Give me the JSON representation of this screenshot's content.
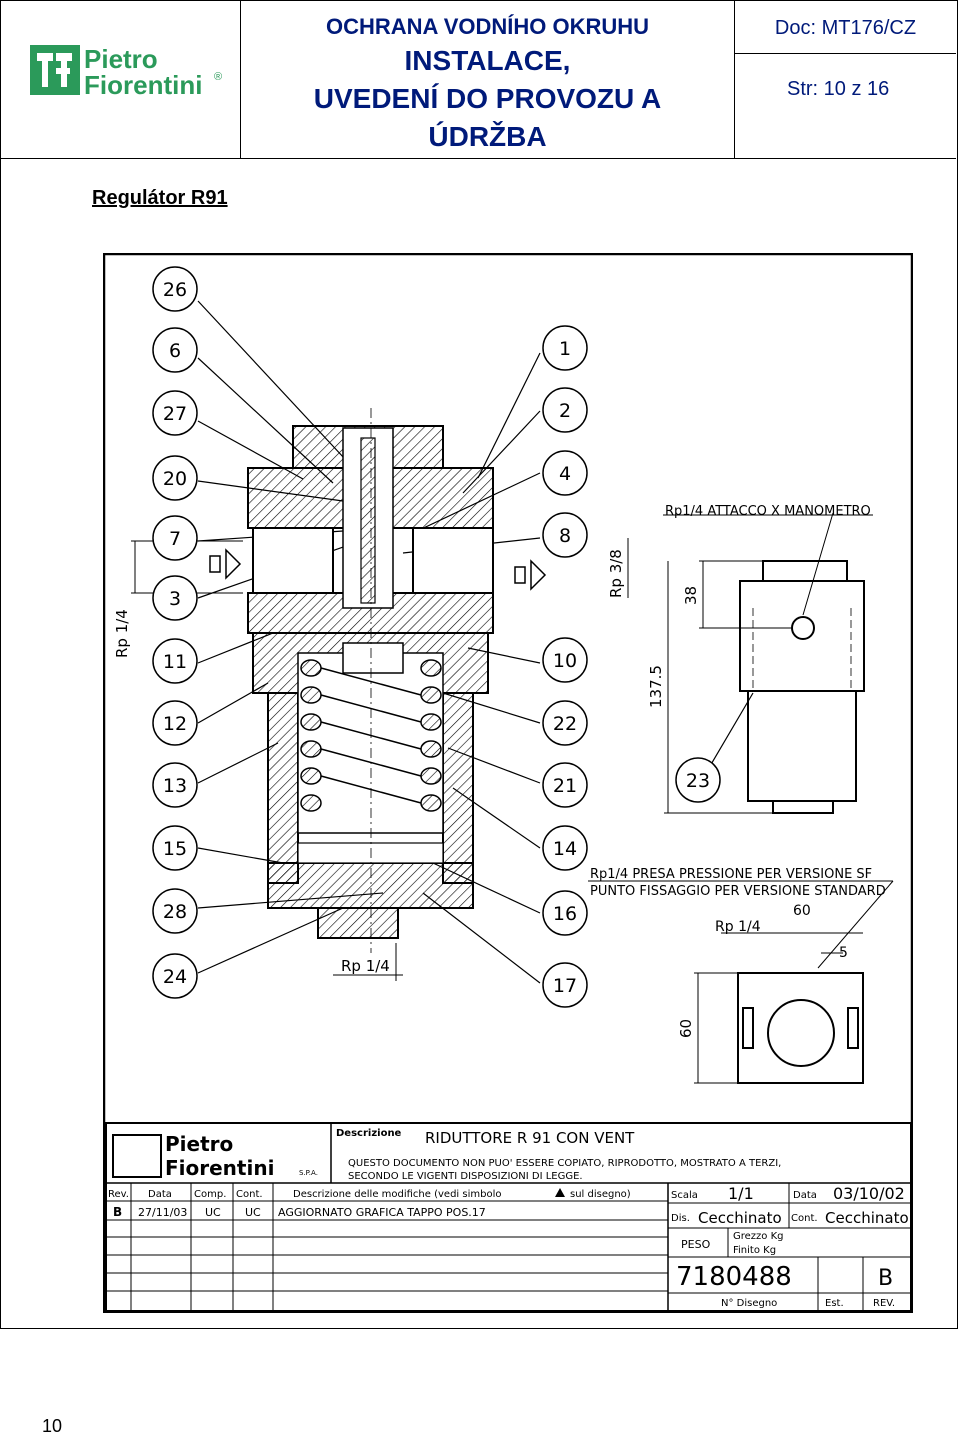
{
  "header": {
    "brand_line1": "Pietro",
    "brand_line2": "Fiorentini",
    "brand_reg": "®",
    "title_line1": "OCHRANA VODNÍHO OKRUHU",
    "title_line2": "INSTALACE,",
    "title_line3": "UVEDENÍ DO PROVOZU A",
    "title_line4": "ÚDRŽBA",
    "doc": "Doc: MT176/CZ",
    "page": "Str:  10 z 16"
  },
  "subtitle": "Regulátor R91",
  "drawing": {
    "callouts_left": [
      "26",
      "6",
      "27",
      "20",
      "7",
      "3",
      "11",
      "12",
      "13",
      "15",
      "28",
      "24"
    ],
    "callouts_right": [
      "1",
      "2",
      "4",
      "8",
      "10",
      "22",
      "21",
      "14",
      "16",
      "17"
    ],
    "callout_23": "23",
    "rp14_side": "Rp 1/4",
    "rp38": "Rp 3/8",
    "rp14_bottom": "Rp 1/4",
    "gauge_note": "Rp1/4 ATTACCO X MANOMETRO",
    "dim_38": "38",
    "dim_137": "137.5",
    "note_line1": "Rp1/4 PRESA PRESSIONE PER VERSIONE SF",
    "note_line2": "PUNTO FISSAGGIO PER VERSIONE STANDARD",
    "dim_60_top": "60",
    "rp14_small": "Rp 1/4",
    "dim_5": "5",
    "dim_60_side": "60"
  },
  "titleblock": {
    "brand1": "Pietro",
    "brand2": "Fiorentini",
    "spa": "S.P.A.",
    "desc_label": "Descrizione",
    "desc_value": "RIDUTTORE R 91 CON VENT",
    "notice1": "QUESTO DOCUMENTO NON PUO' ESSERE COPIATO, RIPRODOTTO, MOSTRATO A TERZI,",
    "notice2": "SECONDO LE VIGENTI DISPOSIZIONI DI LEGGE.",
    "col_rev": "Rev.",
    "col_data": "Data",
    "col_comp": "Comp.",
    "col_cont": "Cont.",
    "col_desc": "Descrizione delle modifiche (vedi simbolo",
    "col_desc2": "sul disegno)",
    "row_rev": "B",
    "row_data": "27/11/03",
    "row_comp": "UC",
    "row_cont": "UC",
    "row_desc": "AGGIORNATO GRAFICA TAPPO POS.17",
    "scala_label": "Scala",
    "scala_value": "1/1",
    "data_label": "Data",
    "data_value": "03/10/02",
    "dis_label": "Dis.",
    "dis_value": "Cecchinato",
    "cont_label": "Cont.",
    "cont_value": "Cecchinato",
    "peso_label": "PESO",
    "grezzo": "Grezzo Kg",
    "finito": "Finito Kg",
    "drawing_no": "7180488",
    "est_value": "B",
    "ndis_label": "N° Disegno",
    "est_label": "Est.",
    "rev_label": "REV."
  },
  "page_number": "10"
}
